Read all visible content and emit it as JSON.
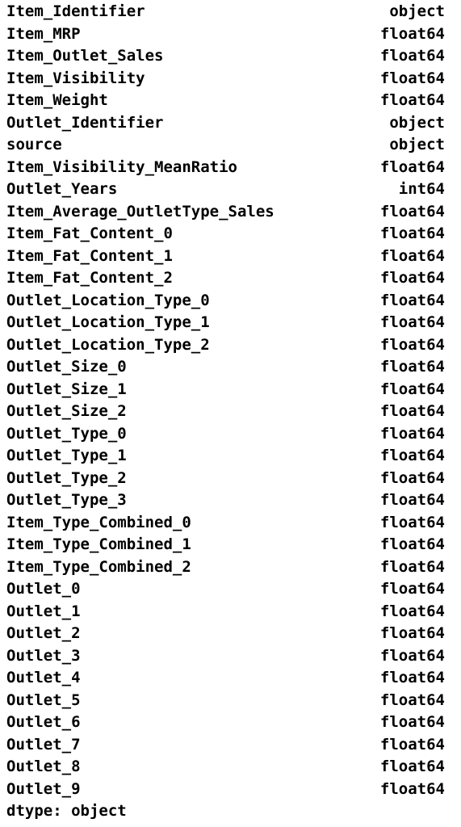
{
  "series_output": {
    "rows": [
      {
        "name": "Item_Identifier",
        "dtype": "object"
      },
      {
        "name": "Item_MRP",
        "dtype": "float64"
      },
      {
        "name": "Item_Outlet_Sales",
        "dtype": "float64"
      },
      {
        "name": "Item_Visibility",
        "dtype": "float64"
      },
      {
        "name": "Item_Weight",
        "dtype": "float64"
      },
      {
        "name": "Outlet_Identifier",
        "dtype": "object"
      },
      {
        "name": "source",
        "dtype": "object"
      },
      {
        "name": "Item_Visibility_MeanRatio",
        "dtype": "float64"
      },
      {
        "name": "Outlet_Years",
        "dtype": "int64"
      },
      {
        "name": "Item_Average_OutletType_Sales",
        "dtype": "float64"
      },
      {
        "name": "Item_Fat_Content_0",
        "dtype": "float64"
      },
      {
        "name": "Item_Fat_Content_1",
        "dtype": "float64"
      },
      {
        "name": "Item_Fat_Content_2",
        "dtype": "float64"
      },
      {
        "name": "Outlet_Location_Type_0",
        "dtype": "float64"
      },
      {
        "name": "Outlet_Location_Type_1",
        "dtype": "float64"
      },
      {
        "name": "Outlet_Location_Type_2",
        "dtype": "float64"
      },
      {
        "name": "Outlet_Size_0",
        "dtype": "float64"
      },
      {
        "name": "Outlet_Size_1",
        "dtype": "float64"
      },
      {
        "name": "Outlet_Size_2",
        "dtype": "float64"
      },
      {
        "name": "Outlet_Type_0",
        "dtype": "float64"
      },
      {
        "name": "Outlet_Type_1",
        "dtype": "float64"
      },
      {
        "name": "Outlet_Type_2",
        "dtype": "float64"
      },
      {
        "name": "Outlet_Type_3",
        "dtype": "float64"
      },
      {
        "name": "Item_Type_Combined_0",
        "dtype": "float64"
      },
      {
        "name": "Item_Type_Combined_1",
        "dtype": "float64"
      },
      {
        "name": "Item_Type_Combined_2",
        "dtype": "float64"
      },
      {
        "name": "Outlet_0",
        "dtype": "float64"
      },
      {
        "name": "Outlet_1",
        "dtype": "float64"
      },
      {
        "name": "Outlet_2",
        "dtype": "float64"
      },
      {
        "name": "Outlet_3",
        "dtype": "float64"
      },
      {
        "name": "Outlet_4",
        "dtype": "float64"
      },
      {
        "name": "Outlet_5",
        "dtype": "float64"
      },
      {
        "name": "Outlet_6",
        "dtype": "float64"
      },
      {
        "name": "Outlet_7",
        "dtype": "float64"
      },
      {
        "name": "Outlet_8",
        "dtype": "float64"
      },
      {
        "name": "Outlet_9",
        "dtype": "float64"
      }
    ],
    "footer": "dtype: object"
  }
}
